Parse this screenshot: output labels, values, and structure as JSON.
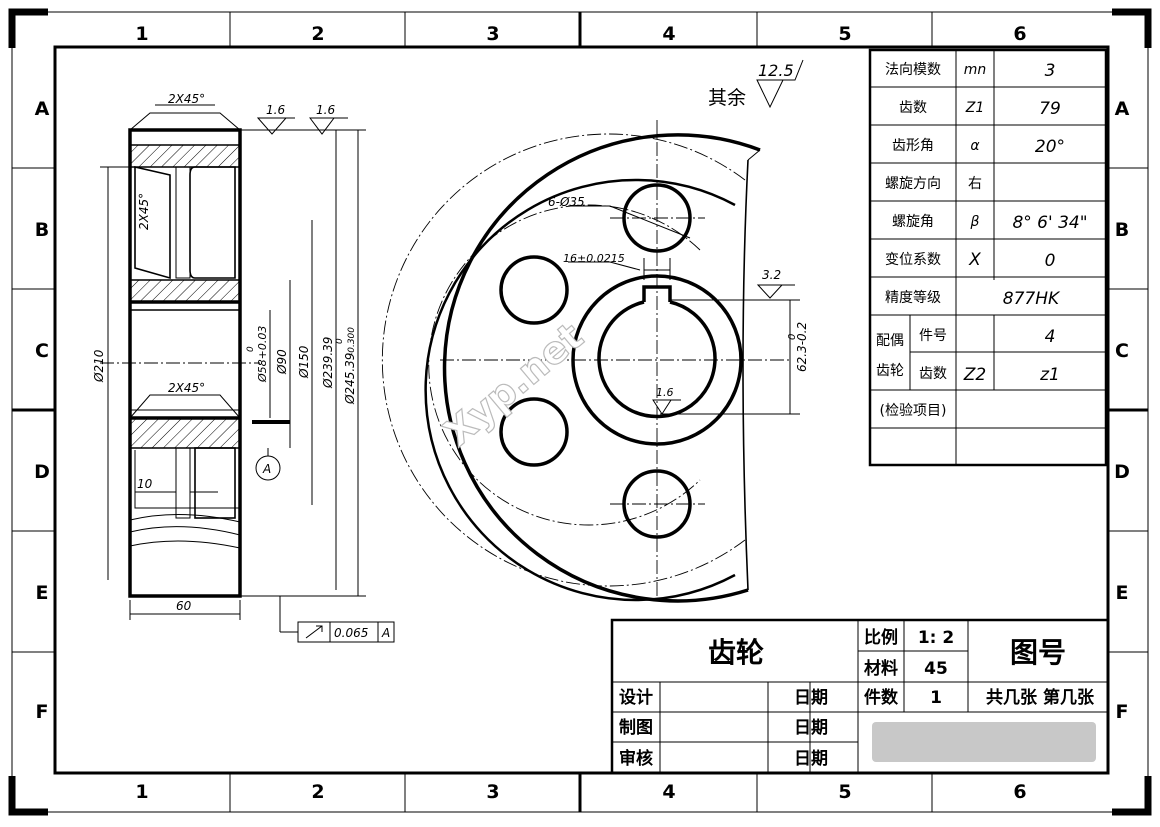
{
  "border": {
    "columns": [
      "1",
      "2",
      "3",
      "4",
      "5",
      "6"
    ],
    "rows": [
      "A",
      "B",
      "C",
      "D",
      "E",
      "F"
    ]
  },
  "roughness": {
    "rest_label": "其余",
    "rest_value": "12.5",
    "face_left": "1.6",
    "face_right": "1.6",
    "keyway_side": "3.2",
    "bore": "1.6"
  },
  "section_view": {
    "chamfer_top": "2X45°",
    "chamfer_left": "2X45°",
    "chamfer_mid": "2X45°",
    "dim_210": "Ø210",
    "dim_58": "Ø58+0.03",
    "dim_58_tol_upper": "0",
    "dim_90": "Ø90",
    "dim_150": "Ø150",
    "dim_239": "Ø239.39",
    "dim_245": "Ø245.39",
    "dim_245_tol_upper": "0",
    "dim_245_tol_lower": "-0.300",
    "dim_10": "10",
    "dim_60": "60",
    "datum_label": "A",
    "runout_value": "0.065",
    "runout_datum": "A"
  },
  "front_view": {
    "holes_label": "6-Ø35",
    "keyway_width": "16±0.0215",
    "keyway_depth": "62.3-0.2",
    "keyway_depth_upper": "0"
  },
  "watermark": "Xyp.net",
  "param_table": [
    {
      "label": "法向模数",
      "symbol": "mn",
      "value": "3"
    },
    {
      "label": "齿数",
      "symbol": "Z1",
      "value": "79"
    },
    {
      "label": "齿形角",
      "symbol": "α",
      "value": "20°"
    },
    {
      "label": "螺旋方向",
      "symbol": "",
      "value": "右"
    },
    {
      "label": "螺旋角",
      "symbol": "β",
      "value": "8° 6' 34\""
    },
    {
      "label": "变位系数",
      "symbol": "X",
      "value": "0"
    },
    {
      "label": "精度等级",
      "symbol": "",
      "value": "877HK"
    }
  ],
  "mating_gear": {
    "group_label_1": "配偶",
    "group_label_2": "齿轮",
    "part_no_label": "件号",
    "part_no_value": "4",
    "teeth_label": "齿数",
    "teeth_symbol": "Z2",
    "teeth_value": "z1"
  },
  "inspection_label": "(检验项目)",
  "title_block": {
    "part_name": "齿轮",
    "scale_label": "比例",
    "scale_value": "1: 2",
    "material_label": "材料",
    "material_value": "45",
    "drawing_no_label": "图号",
    "qty_label": "件数",
    "qty_value": "1",
    "sheets": "共几张 第几张",
    "design_label": "设计",
    "draw_label": "制图",
    "check_label": "审核",
    "date_label": "日期"
  }
}
